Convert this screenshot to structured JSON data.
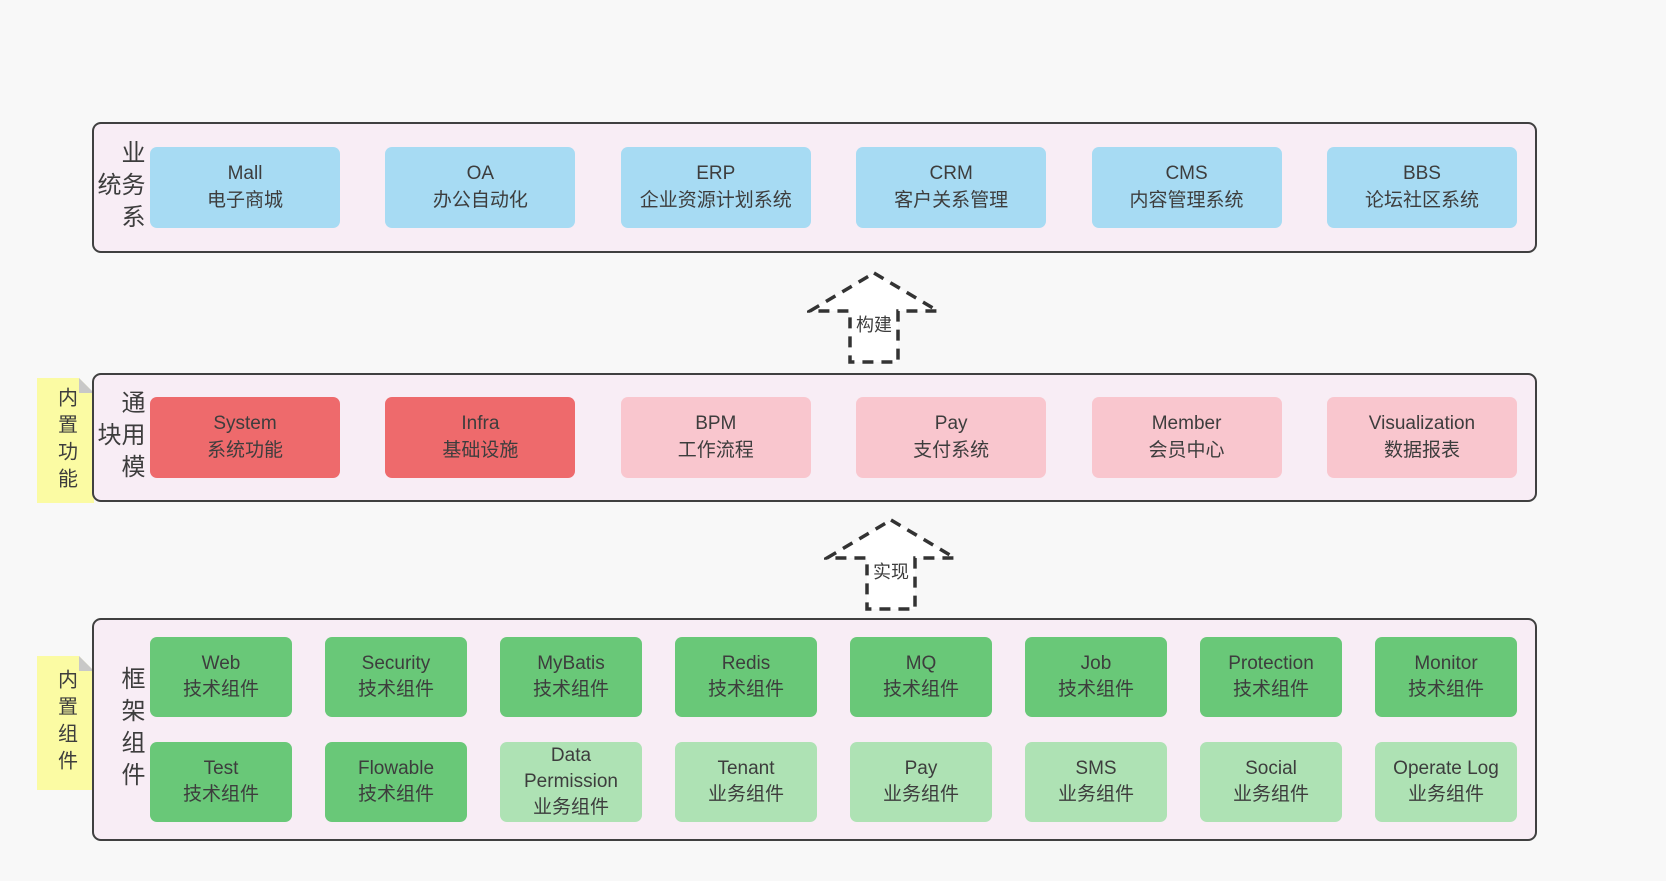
{
  "colors": {
    "page_bg": "#f8f8f8",
    "band_bg": "#f8edf5",
    "band_border": "#404040",
    "blue": "#a7dbf3",
    "red": "#ee6a6c",
    "pink": "#f9c6ce",
    "green_dark": "#69c878",
    "green_light": "#aee2b4",
    "sticky_yellow": "#fbfba3",
    "sticky_fold": "#c8c8c8",
    "text": "#3d3d3d",
    "arrow_stroke": "#333333",
    "arrow_fill": "#ffffff"
  },
  "bands": {
    "business": {
      "label": "业务系统",
      "boxes": [
        {
          "title": "Mall",
          "subtitle": "电子商城"
        },
        {
          "title": "OA",
          "subtitle": "办公自动化"
        },
        {
          "title": "ERP",
          "subtitle": "企业资源计划系统"
        },
        {
          "title": "CRM",
          "subtitle": "客户关系管理"
        },
        {
          "title": "CMS",
          "subtitle": "内容管理系统"
        },
        {
          "title": "BBS",
          "subtitle": "论坛社区系统"
        }
      ]
    },
    "modules": {
      "label": "通用模块",
      "sticky": "内置功能",
      "boxes": [
        {
          "title": "System",
          "subtitle": "系统功能",
          "variant": "red"
        },
        {
          "title": "Infra",
          "subtitle": "基础设施",
          "variant": "red"
        },
        {
          "title": "BPM",
          "subtitle": "工作流程",
          "variant": "pink"
        },
        {
          "title": "Pay",
          "subtitle": "支付系统",
          "variant": "pink"
        },
        {
          "title": "Member",
          "subtitle": "会员中心",
          "variant": "pink"
        },
        {
          "title": "Visualization",
          "subtitle": "数据报表",
          "variant": "pink"
        }
      ]
    },
    "framework": {
      "label": "框架组件",
      "sticky": "内置组件",
      "row1": [
        {
          "title": "Web",
          "subtitle": "技术组件",
          "variant": "dark"
        },
        {
          "title": "Security",
          "subtitle": "技术组件",
          "variant": "dark"
        },
        {
          "title": "MyBatis",
          "subtitle": "技术组件",
          "variant": "dark"
        },
        {
          "title": "Redis",
          "subtitle": "技术组件",
          "variant": "dark"
        },
        {
          "title": "MQ",
          "subtitle": "技术组件",
          "variant": "dark"
        },
        {
          "title": "Job",
          "subtitle": "技术组件",
          "variant": "dark"
        },
        {
          "title": "Protection",
          "subtitle": "技术组件",
          "variant": "dark"
        },
        {
          "title": "Monitor",
          "subtitle": "技术组件",
          "variant": "dark"
        }
      ],
      "row2": [
        {
          "title": "Test",
          "subtitle": "技术组件",
          "variant": "dark"
        },
        {
          "title": "Flowable",
          "subtitle": "技术组件",
          "variant": "dark"
        },
        {
          "title": "Data Permission",
          "subtitle": "业务组件",
          "variant": "light"
        },
        {
          "title": "Tenant",
          "subtitle": "业务组件",
          "variant": "light"
        },
        {
          "title": "Pay",
          "subtitle": "业务组件",
          "variant": "light"
        },
        {
          "title": "SMS",
          "subtitle": "业务组件",
          "variant": "light"
        },
        {
          "title": "Social",
          "subtitle": "业务组件",
          "variant": "light"
        },
        {
          "title": "Operate Log",
          "subtitle": "业务组件",
          "variant": "light"
        }
      ]
    }
  },
  "arrows": [
    {
      "label": "构建"
    },
    {
      "label": "实现"
    }
  ]
}
